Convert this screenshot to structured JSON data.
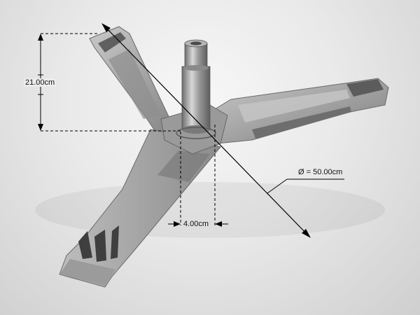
{
  "dimensions": {
    "height_label": "21.00cm",
    "hub_label": "4.00cm",
    "diameter_label": "Ø = 50.00cm"
  },
  "colors": {
    "background": "#e6e6e6",
    "metal": "#a9a9a9",
    "metal_dark": "#6f6f6f",
    "annotation": "#000000"
  }
}
